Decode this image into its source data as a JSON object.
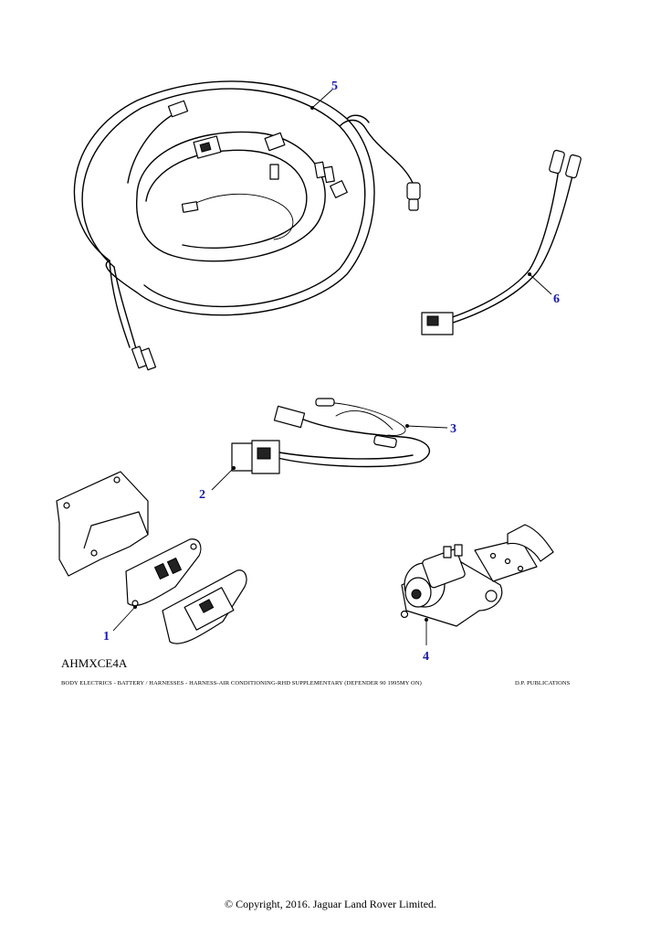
{
  "diagram": {
    "callouts": [
      "1",
      "2",
      "3",
      "4",
      "5",
      "6"
    ],
    "reference_code": "AHMXCE4A",
    "footer_left": "BODY ELECTRICS - BATTERY / HARNESSES - HARNESS-AIR CONDITIONING-RHD SUPPLEMENTARY  (DEFENDER 90 1995MY ON)",
    "footer_right": "D.P. PUBLICATIONS",
    "copyright": "© Copyright, 2016. Jaguar Land Rover Limited."
  }
}
